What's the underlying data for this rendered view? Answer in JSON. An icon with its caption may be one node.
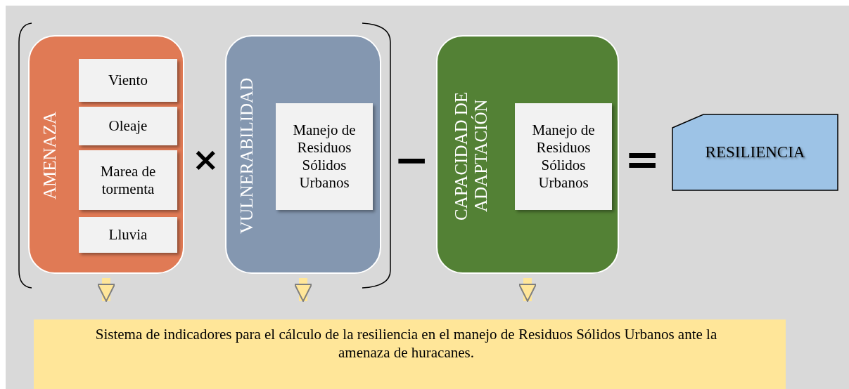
{
  "diagram": {
    "nodes": [
      {
        "text": [
          "AMENAZA"
        ]
      },
      {
        "text": [
          "Viento"
        ],
        "in": 0
      },
      {
        "text": [
          "Oleaje"
        ],
        "in": 0
      },
      {
        "text": [
          "Marea de tormenta"
        ],
        "in": 0
      },
      {
        "text": [
          "Lluvia"
        ],
        "in": 0
      },
      {
        "text": [
          "VULNERABILIDAD"
        ]
      },
      {
        "text": [
          "Manejo de Residuos Sólidos Urbanos"
        ],
        "in": 5
      },
      {
        "text": [
          "CAPACIDAD DE ADAPTACIÓN"
        ]
      },
      {
        "text": [
          "Manejo de Residuos Sólidos Urbanos"
        ],
        "in": 7
      },
      {
        "text": [
          "RESILIENCIA"
        ]
      },
      {
        "text": [
          "Sistema de indicadores para el cálculo de la resiliencia en el manejo de Residuos Sólidos Urbanos ante la amenaza de huracanes."
        ]
      }
    ],
    "edges": [
      {
        "from": 0,
        "to": 10,
        "arrow": "to"
      },
      {
        "from": 5,
        "to": 10,
        "arrow": "to"
      },
      {
        "from": 7,
        "to": 10,
        "arrow": "to"
      }
    ],
    "labels": [
      "×",
      "−",
      "="
    ]
  }
}
